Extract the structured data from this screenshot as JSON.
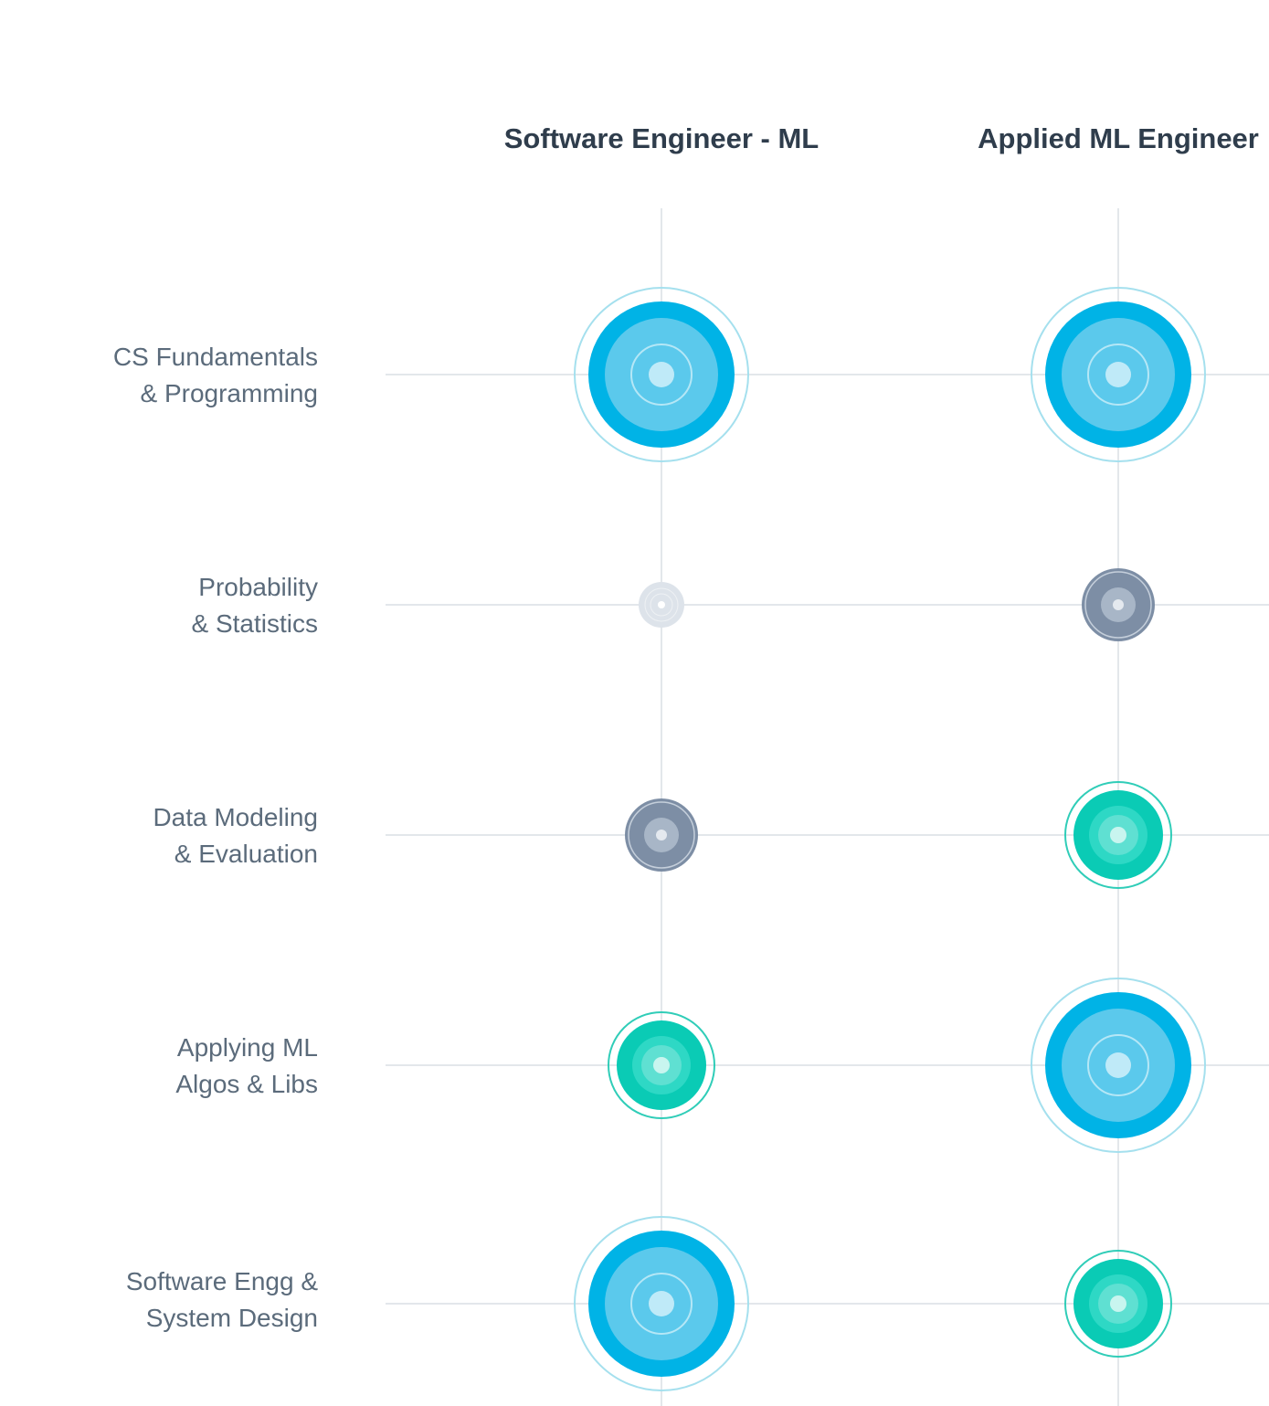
{
  "columns": [
    {
      "title": "Software Engineer  - ML"
    },
    {
      "title": "Applied ML Engineer"
    }
  ],
  "rows": [
    {
      "line1": "CS Fundamentals",
      "line2": "& Programming",
      "levels": [
        "high",
        "high"
      ]
    },
    {
      "line1": "Probability",
      "line2": "& Statistics",
      "levels": [
        "none",
        "low"
      ]
    },
    {
      "line1": "Data Modeling",
      "line2": "& Evaluation",
      "levels": [
        "low",
        "medium"
      ]
    },
    {
      "line1": "Applying ML",
      "line2": "Algos & Libs",
      "levels": [
        "medium",
        "high"
      ]
    },
    {
      "line1": "Software Engg &",
      "line2": "System Design",
      "levels": [
        "high",
        "medium"
      ]
    }
  ],
  "legend_colors": {
    "high": "#00b3e6",
    "medium": "#0acbb5",
    "low": "#7d8ea5",
    "none": "#dde3ea"
  }
}
